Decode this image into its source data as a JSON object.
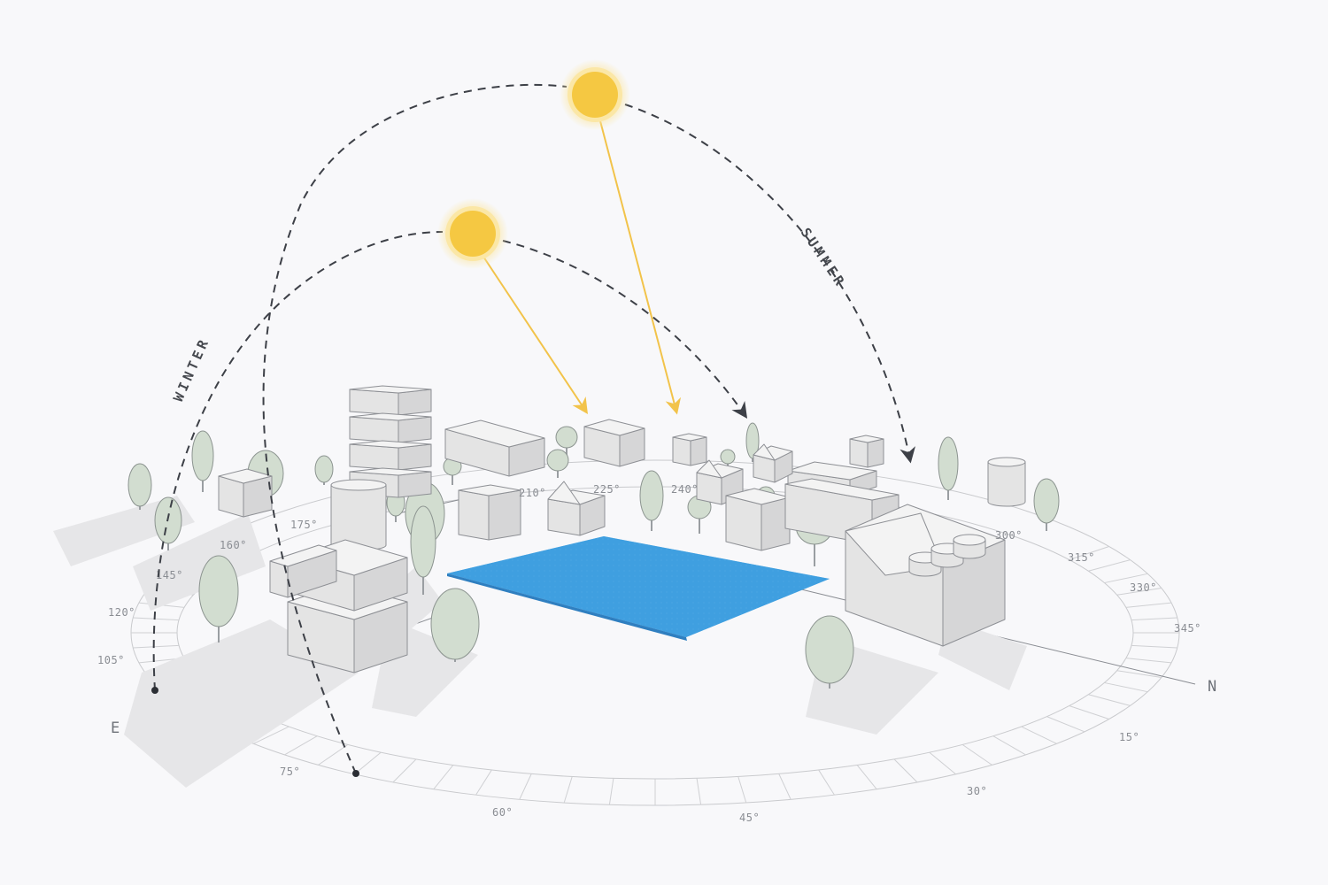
{
  "labels": {
    "winter": "WINTER",
    "summer": "SUMMER",
    "east": "E",
    "north": "N"
  },
  "degrees": [
    "15°",
    "30°",
    "45°",
    "60°",
    "75°",
    "105°",
    "120°",
    "145°",
    "160°",
    "175°",
    "210°",
    "225°",
    "240°",
    "300°",
    "315°",
    "330°",
    "345°"
  ],
  "colors": {
    "sun": "#f5c842",
    "sun_glow": "#fbe7a6",
    "ray": "#f2c34a",
    "pool": "#3f9fe0",
    "path": "#3d4047",
    "tree": "#d2ddd0"
  },
  "icons": {
    "winter_sun": "sun-icon",
    "summer_sun": "sun-icon"
  }
}
